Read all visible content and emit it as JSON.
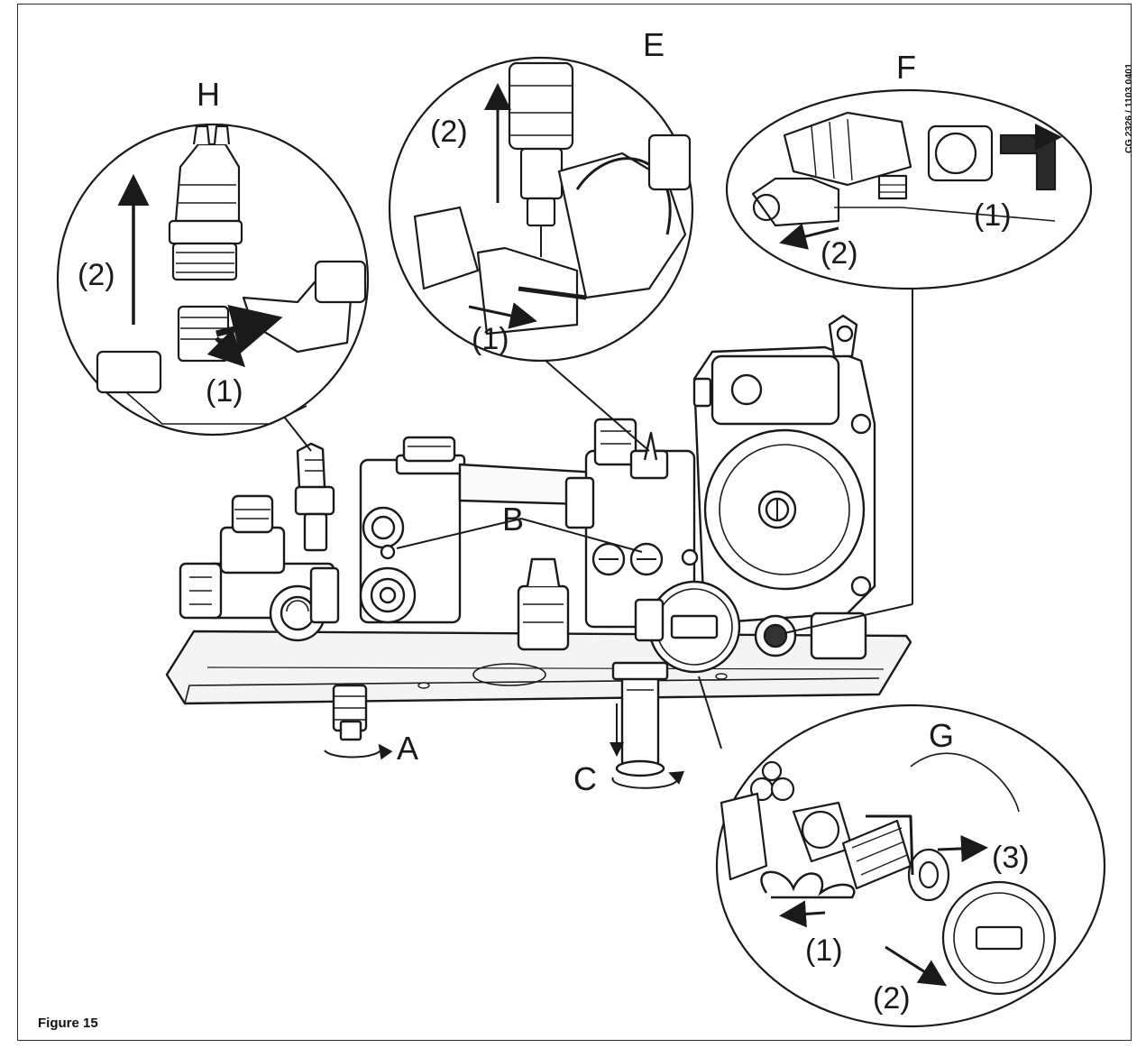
{
  "figure": {
    "caption": "Figure 15",
    "reference_code": "CG 2326 / 1103 0401"
  },
  "callouts": {
    "A": "A",
    "B": "B",
    "C": "C",
    "E": "E",
    "F": "F",
    "G": "G",
    "H": "H"
  },
  "detail_H": {
    "step1": "(1)",
    "step2": "(2)"
  },
  "detail_E": {
    "step1": "(1)",
    "step2": "(2)"
  },
  "detail_F": {
    "step1": "(1)",
    "step2": "(2)"
  },
  "detail_G": {
    "step1": "(1)",
    "step2": "(2)",
    "step3": "(3)"
  }
}
